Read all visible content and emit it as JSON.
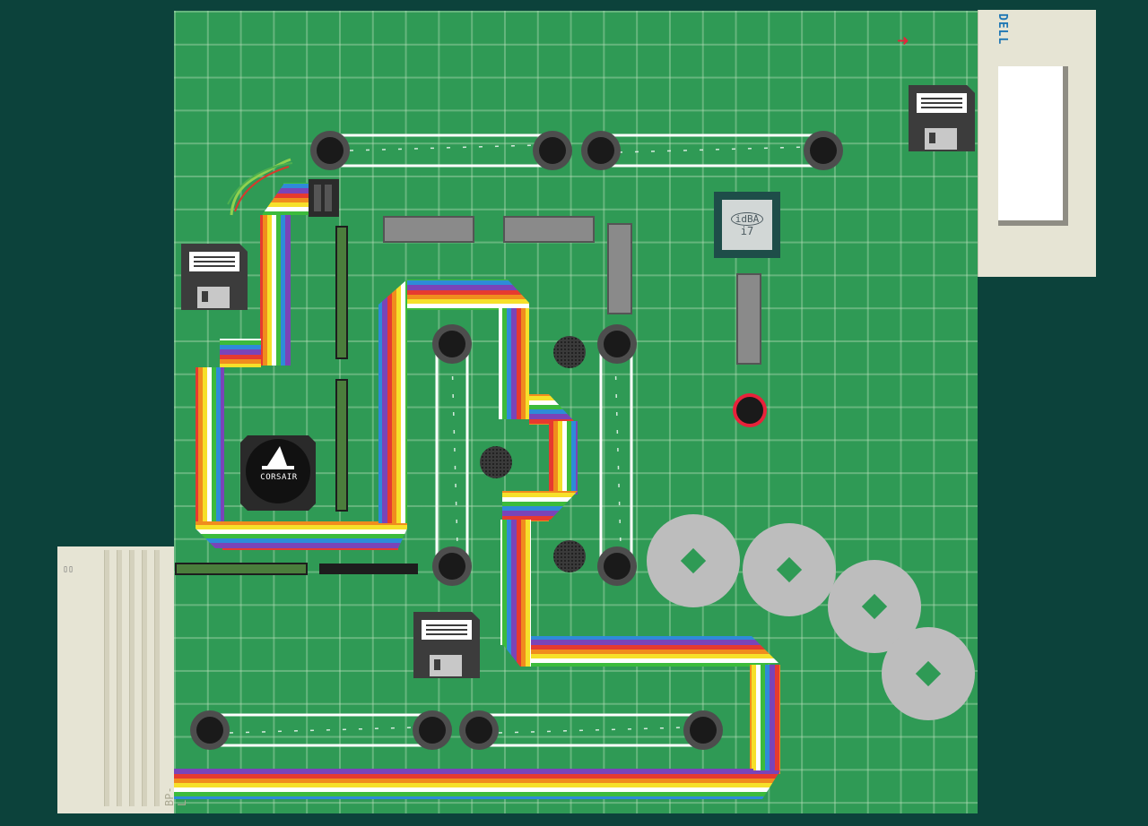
{
  "panels": {
    "right_brand": "DELL",
    "left_brand": "BP-Link"
  },
  "cpu": {
    "logo_text": "idBA",
    "model_text": "i7"
  },
  "fan": {
    "logo_text": "CORSAIR"
  },
  "arrow": {
    "glyph": "➜"
  },
  "colors": {
    "background": "#0c423b",
    "board": "#2f9a55",
    "grid_line": "#b4dcb4",
    "panel": "#e6e4d4",
    "roller": "#1a1a1a",
    "roller_ring": "#4d4d4d",
    "belt": "#ffffff",
    "floppy": "#3c3c3c",
    "cd": "#bdbdbd",
    "arrow": "#e8223a",
    "cable_rainbow": [
      "#e63a2f",
      "#f08c1e",
      "#f6e02a",
      "#ffffff",
      "#3cbb3c",
      "#2e8bd8",
      "#7a44b8"
    ]
  }
}
